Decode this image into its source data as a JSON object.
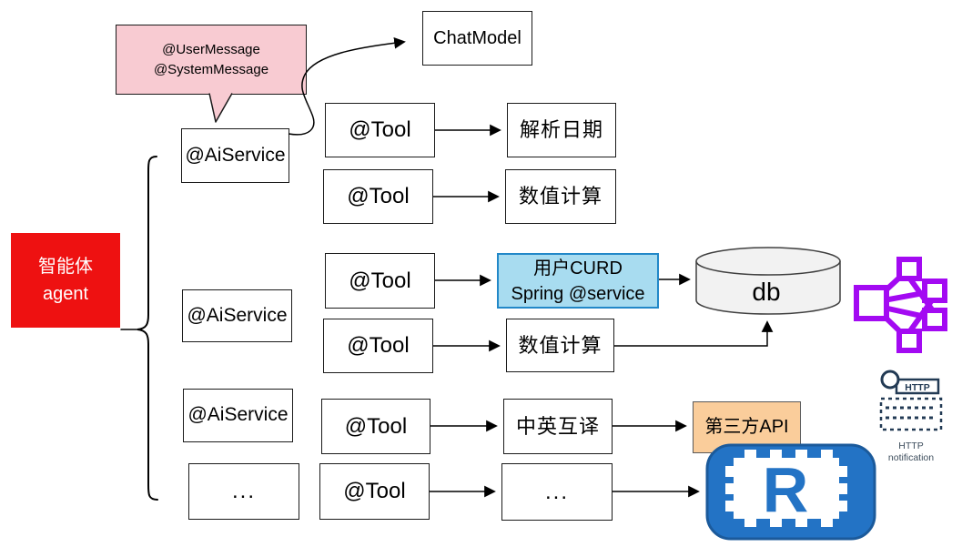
{
  "diagram": {
    "agent_box": {
      "line1": "智能体",
      "line2": "agent"
    },
    "callout": {
      "line1": "@UserMessage",
      "line2": "@SystemMessage"
    },
    "chat_model_label": "ChatModel",
    "ai_services": [
      {
        "label": "@AiService"
      },
      {
        "label": "@AiService"
      },
      {
        "label": "@AiService"
      },
      {
        "label": "..."
      }
    ],
    "tool_rows": [
      {
        "tool": "@Tool",
        "target": "解析日期"
      },
      {
        "tool": "@Tool",
        "target": "数值计算"
      },
      {
        "tool": "@Tool",
        "target_line1": "用户CURD",
        "target_line2": "Spring @service"
      },
      {
        "tool": "@Tool",
        "target": "数值计算"
      },
      {
        "tool": "@Tool",
        "target": "中英互译"
      },
      {
        "tool": "@Tool",
        "target": "..."
      }
    ],
    "db_label": "db",
    "third_party_api_label": "第三方API",
    "http_icon": {
      "bar_label": "HTTP",
      "caption_line1": "HTTP",
      "caption_line2": "notification"
    },
    "chip_letter": "R",
    "colors": {
      "agent_red": "#EE1111",
      "callout_pink": "#F8CBD2",
      "service_blue_fill": "#A8DCF0",
      "service_blue_border": "#2288C8",
      "api_orange_fill": "#FACD9B",
      "db_gray": "#F2F2F2",
      "network_purple": "#A30AF2",
      "http_navy": "#223A54",
      "chip_blue": "#2373C5"
    }
  }
}
